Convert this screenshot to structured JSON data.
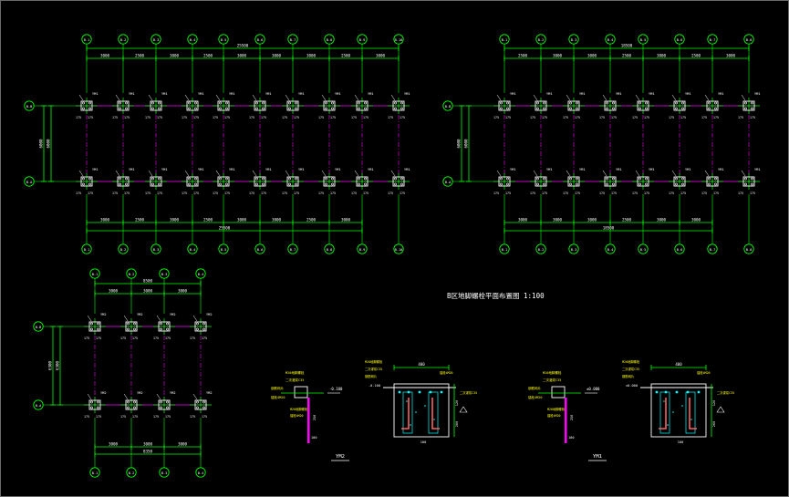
{
  "drawing_title": "B区地脚螺栓平面布置图 1:100",
  "plans": [
    {
      "id": "left",
      "top_axes": [
        "B-1",
        "B-2",
        "B-3",
        "B-4",
        "B-5",
        "B-6",
        "B-7",
        "B-8",
        "B-9",
        "B-10"
      ],
      "bottom_axes": [
        "B-1",
        "B-2",
        "B-3",
        "B-4",
        "B-5",
        "B-6",
        "B-7",
        "B-8",
        "B-9",
        "B-10"
      ],
      "row_axes": [
        "B-B",
        "B-A"
      ],
      "top_spacings": [
        "3000",
        "2500",
        "3000",
        "2500",
        "3000",
        "3000",
        "3000",
        "2500",
        "3000"
      ],
      "bottom_spacings": [
        "3000",
        "2500",
        "3000",
        "2500",
        "3000",
        "3000",
        "2500",
        "3000"
      ],
      "total": "25500",
      "side_dims": [
        "6000",
        "6000"
      ],
      "column_label": "YM1",
      "column_dims": [
        "175",
        "175"
      ]
    },
    {
      "id": "right",
      "top_axes": [
        "B-1",
        "B-2",
        "B-3",
        "B-4",
        "B-5",
        "B-6",
        "B-7",
        "B-8"
      ],
      "bottom_axes": [
        "B-1",
        "B-2",
        "B-3",
        "B-4",
        "B-5",
        "B-6",
        "B-7",
        "B-8"
      ],
      "row_axes": [
        "B-B",
        "B-A"
      ],
      "top_spacings": [
        "2500",
        "3000",
        "3000",
        "2500",
        "3000",
        "2500",
        "3000"
      ],
      "bottom_spacings": [
        "3000",
        "3000",
        "3000",
        "2500",
        "3000",
        "3000"
      ],
      "total": "18500",
      "side_dims": [
        "6000",
        "6000"
      ],
      "column_label": "YM1",
      "column_dims": [
        "175",
        "175"
      ]
    },
    {
      "id": "small",
      "top_axes": [
        "B-1",
        "B-2",
        "B-3",
        "B-4"
      ],
      "bottom_axes": [
        "B-1",
        "B-2",
        "B-3",
        "B-4"
      ],
      "row_axes": [
        "B-B",
        "B-A"
      ],
      "top_spacings": [
        "3000",
        "3000",
        "3000"
      ],
      "bottom_spacings": [
        "3000",
        "3000",
        "3000"
      ],
      "total": "8500",
      "total_bottom": "8350",
      "side_dims": [
        "6300",
        "6300"
      ],
      "column_label": "YM2",
      "column_dims": [
        "175",
        "175"
      ]
    }
  ],
  "details": [
    {
      "id": "ym2",
      "title": "YM2",
      "width_dim": "400",
      "elevation": "-0.100",
      "elev_mark": "-0.100",
      "embed_dim": "250",
      "bolt_dim": "100",
      "side_dims": [
        "120",
        "200"
      ],
      "notes": [
        "M20地脚螺栓",
        "二次灌浆C35",
        "钢筋网片",
        "锚栓4M20"
      ]
    },
    {
      "id": "ym1",
      "title": "YM1",
      "width_dim": "400",
      "elevation": "±0.000",
      "elev_mark": "±0.000",
      "embed_dim": "250",
      "bolt_dim": "100",
      "side_dims": [
        "120",
        "200"
      ],
      "notes": [
        "M20地脚螺栓",
        "二次灌浆C35",
        "钢筋网片",
        "锚栓4M20"
      ]
    }
  ],
  "colors": {
    "background": "#000000",
    "dimension": "#00ff00",
    "axis": "#ff00ff",
    "column": "#ffffff",
    "text": "#ffffff",
    "note": "#ffff00",
    "hatch": "#00ffff",
    "bolt": "#ff6060"
  }
}
